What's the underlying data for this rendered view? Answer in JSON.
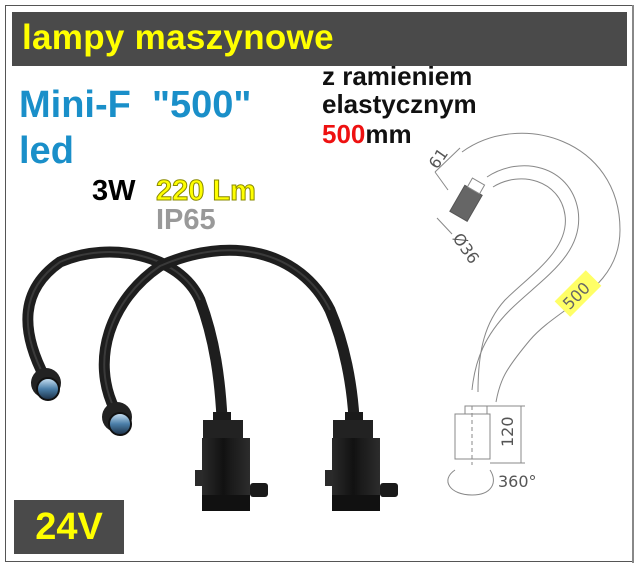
{
  "header": {
    "title": "lampy maszynowe",
    "background": "#4a4a4a",
    "text_color": "#ffff00"
  },
  "product": {
    "model": "Mini-F  \"500\"",
    "type": "led",
    "power": "3W",
    "lumen": "220 Lm",
    "ip_rating": "IP65",
    "accent_color": "#1a8fc9"
  },
  "arm": {
    "line1": "z ramieniem",
    "line2": "elastycznym",
    "length_value": "500",
    "length_unit": "mm",
    "highlight_color": "#ee1111"
  },
  "voltage": {
    "label": "24V"
  },
  "diagram": {
    "head_length": "61",
    "head_diameter": "Ø36",
    "arm_length": "500",
    "base_height": "120",
    "rotation": "360°"
  },
  "images": [
    {
      "name": "lamp-1",
      "description": "black gooseneck machine lamp with LED head"
    },
    {
      "name": "lamp-2",
      "description": "black gooseneck machine lamp with LED head"
    }
  ]
}
